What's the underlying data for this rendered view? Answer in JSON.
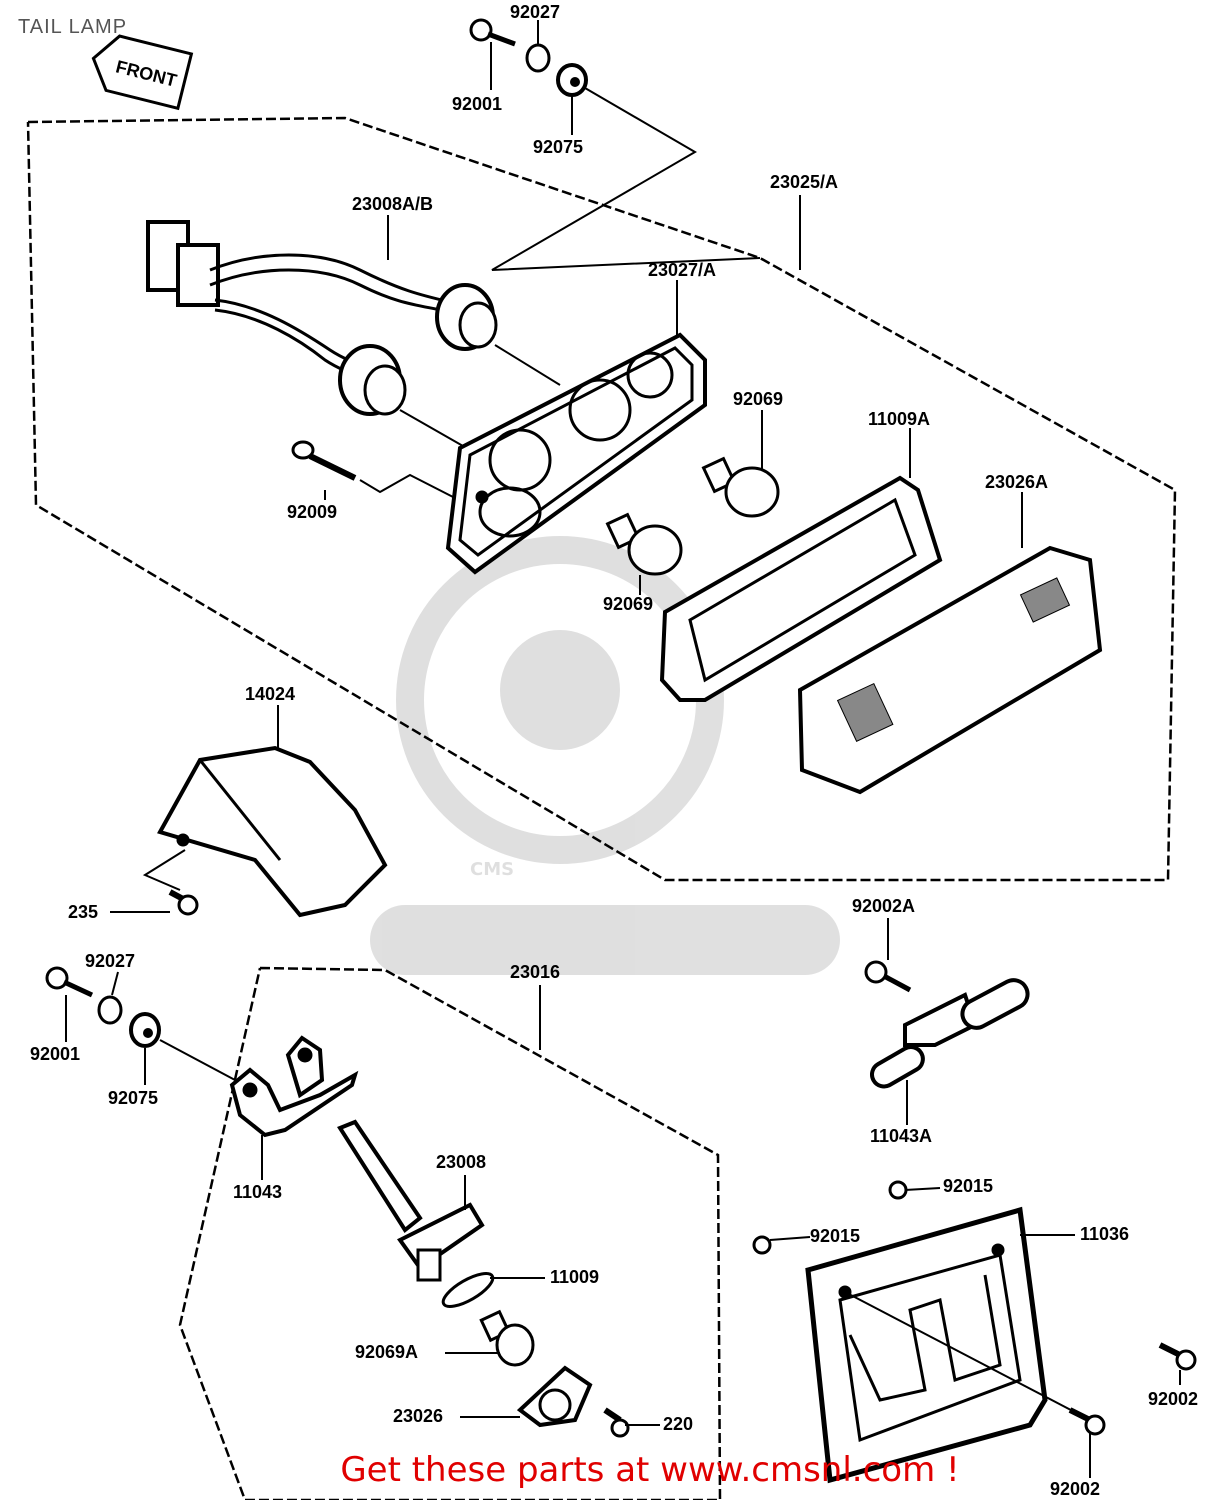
{
  "page_title": "TAIL LAMP",
  "front_label": "FRONT",
  "watermark": {
    "brand": "CMS",
    "url": "WWW.CMSNL.COM"
  },
  "footer_link": "Get these parts at www.cmsnl.com !",
  "part_labels": {
    "p92027_top": "92027",
    "p92001_top": "92001",
    "p92075_top": "92075",
    "p23025A": "23025/A",
    "p23008AB": "23008A/B",
    "p23027A": "23027/A",
    "p92069_a": "92069",
    "p11009A": "11009A",
    "p23026A": "23026A",
    "p92009": "92009",
    "p92069_b": "92069",
    "p14024": "14024",
    "p235": "235",
    "p92002A": "92002A",
    "p92027_bot": "92027",
    "p23016": "23016",
    "p92001_bot": "92001",
    "p92075_bot": "92075",
    "p11043A": "11043A",
    "p11043": "11043",
    "p23008": "23008",
    "p92015_a": "92015",
    "p92015_b": "92015",
    "p11036": "11036",
    "p11009": "11009",
    "p92069A": "92069A",
    "p92002_a": "92002",
    "p23026": "23026",
    "p220": "220",
    "p92002_b": "92002"
  }
}
